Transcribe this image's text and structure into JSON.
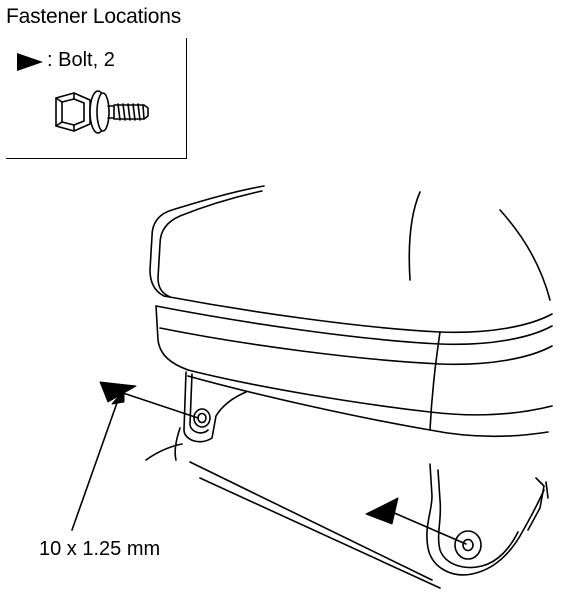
{
  "header": {
    "title": "Fastener Locations"
  },
  "legend": {
    "marker_icon": "triangle-pointer-icon",
    "label": ": Bolt, 2",
    "fastener_icon": "flange-bolt-icon"
  },
  "callout": {
    "spec_label": "10 x 1.25 mm"
  },
  "colors": {
    "ink": "#000000",
    "paper": "#ffffff"
  }
}
